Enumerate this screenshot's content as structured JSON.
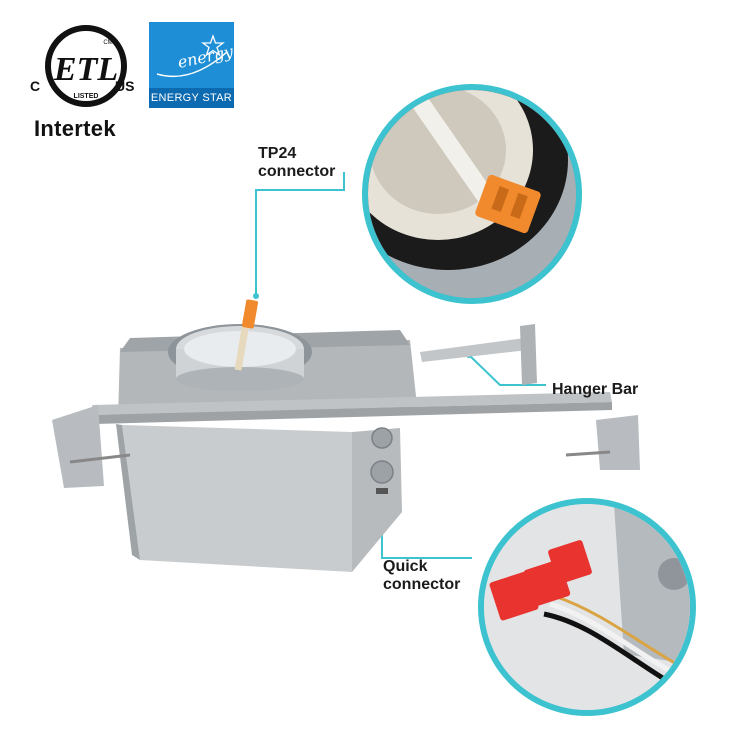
{
  "certifications": {
    "etl": {
      "mark": "ETL",
      "c": "C",
      "us": "US",
      "listed": "LISTED",
      "cm": "CM",
      "company": "Intertek"
    },
    "energy_star": {
      "script": "energy",
      "label": "ENERGY STAR",
      "icon": "energy-star-icon"
    }
  },
  "callouts": {
    "tp24": {
      "line1": "TP24",
      "line2": "connector"
    },
    "hanger": {
      "label": "Hanger Bar"
    },
    "quick": {
      "line1": "Quick",
      "line2": "connector"
    }
  },
  "colors": {
    "accent": "#3cc3cf",
    "energy_star_blue": "#1e8fd6",
    "connector_orange": "#f08a2c",
    "connector_red": "#e8332f"
  }
}
